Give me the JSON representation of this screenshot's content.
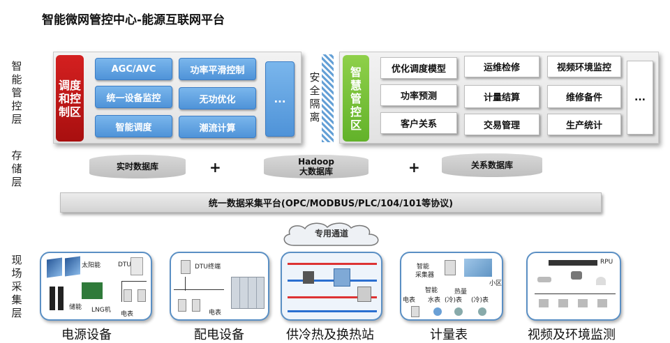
{
  "title": "智能微网管控中心-能源互联网平台",
  "layers": {
    "mgmt": "智能管控层",
    "storage": "存储层",
    "field": "现场采集层"
  },
  "dispatch": {
    "tag": "调度和控制区",
    "buttons": [
      "AGC/AVC",
      "功率平滑控制",
      "统一设备监控",
      "无功优化",
      "智能调度",
      "潮流计算"
    ],
    "more": "..."
  },
  "isolation": "安全隔离",
  "smart": {
    "tag": "智慧管控区",
    "buttons": [
      "优化调度模型",
      "运维检修",
      "视频环境监控",
      "功率预测",
      "计量结算",
      "维修备件",
      "客户关系",
      "交易管理",
      "生产统计"
    ],
    "more": "..."
  },
  "storage": {
    "db1": "实时数据库",
    "db2_line1": "Hadoop",
    "db2_line2": "大数据库",
    "db3": "关系数据库",
    "plus": "+"
  },
  "platform": "统一数据采集平台(OPC/MODBUS/PLC/104/101等协议)",
  "channel": "专用通道",
  "field_cards": [
    {
      "label": "电源设备",
      "texts": [
        "太阳能",
        "DTU",
        "储能",
        "LNG机",
        "电表"
      ]
    },
    {
      "label": "配电设备",
      "texts": [
        "DTU终端",
        "电表"
      ]
    },
    {
      "label": "供冷热及换热站",
      "texts": []
    },
    {
      "label": "计量表",
      "texts": [
        "智能",
        "采集器",
        "小区",
        "智能",
        "热量",
        "电表",
        "水表",
        "(冷)表",
        "(冷)表"
      ]
    },
    {
      "label": "视频及环境监测",
      "texts": [
        "RPU"
      ]
    }
  ]
}
